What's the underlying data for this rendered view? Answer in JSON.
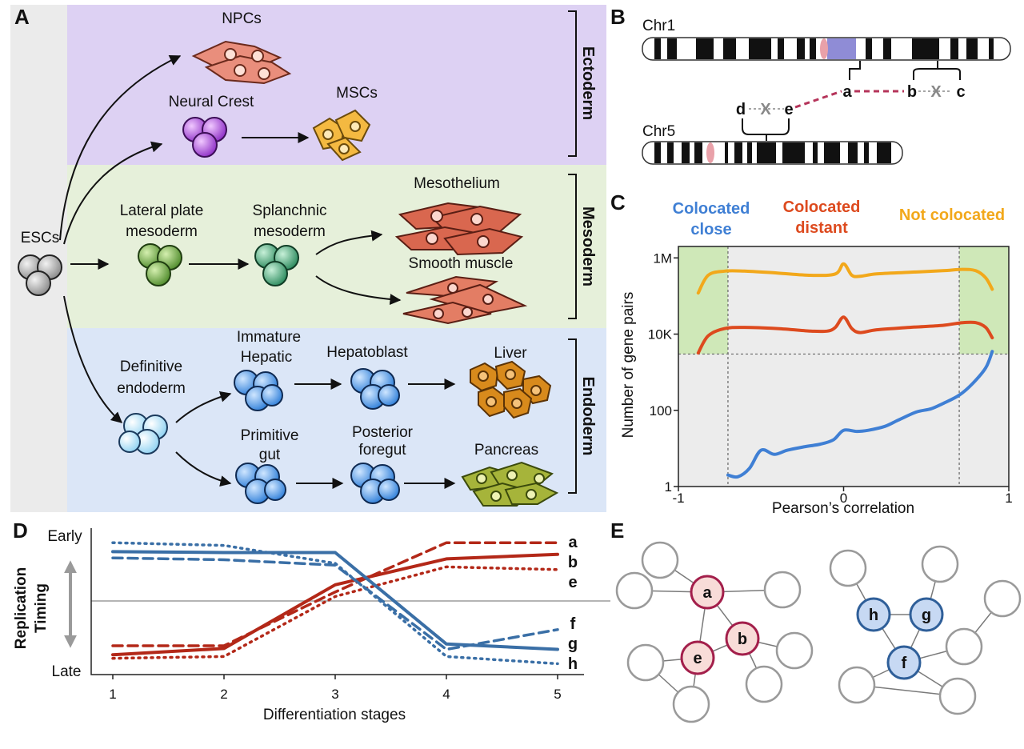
{
  "panels": {
    "A": "A",
    "B": "B",
    "C": "C",
    "D": "D",
    "E": "E"
  },
  "panel_a": {
    "source": "ESCs",
    "germ_layers": {
      "ectoderm": "Ectoderm",
      "mesoderm": "Mesoderm",
      "endoderm": "Endoderm"
    },
    "ectoderm": {
      "npcs": "NPCs",
      "neural_crest": "Neural Crest",
      "mscs": "MSCs"
    },
    "mesoderm": {
      "lateral_plate": [
        "Lateral plate",
        "mesoderm"
      ],
      "splanchnic": [
        "Splanchnic",
        "mesoderm"
      ],
      "mesothelium": "Mesothelium",
      "smooth_muscle": "Smooth muscle"
    },
    "endoderm": {
      "definitive": [
        "Definitive",
        "endoderm"
      ],
      "immature_hepatic": [
        "Immature",
        "Hepatic"
      ],
      "hepatoblast": "Hepatoblast",
      "liver": "Liver",
      "primitive_gut": [
        "Primitive",
        "gut"
      ],
      "posterior_foregut": [
        "Posterior",
        "foregut"
      ],
      "pancreas": "Pancreas"
    },
    "colors": {
      "ectoderm_bg": "#ddd1f3",
      "mesoderm_bg": "#e6f0da",
      "endoderm_bg": "#dbe6f7",
      "side_bg": "#ebebeb"
    }
  },
  "panel_b": {
    "chr1": "Chr1",
    "chr5": "Chr5",
    "loci": {
      "a": "a",
      "b": "b",
      "c": "c",
      "d": "d",
      "e": "e"
    },
    "cross": "X",
    "link_color": "#b5345a"
  },
  "chart_data": [
    {
      "id": "C",
      "type": "line",
      "xlabel": "Pearson’s correlation",
      "ylabel": "Number of gene pairs",
      "xlim": [
        -1,
        1
      ],
      "x_ticks": [
        "-1",
        "0",
        "1"
      ],
      "y_scale": "log",
      "y_ticks": [
        "1",
        "100",
        "10K",
        "1M"
      ],
      "threshold_y": 3000,
      "threshold_x": [
        -0.7,
        0.7
      ],
      "highlight_color": "#cfe8b8",
      "legend_labels": [
        [
          "Colocated",
          "close"
        ],
        [
          "Colocated",
          "distant"
        ],
        [
          "Not colocated"
        ]
      ],
      "series": [
        {
          "name": "Colocated close",
          "color": "#3f7fd4",
          "points": [
            [
              -0.7,
              2
            ],
            [
              -0.64,
              1.8
            ],
            [
              -0.57,
              3
            ],
            [
              -0.5,
              9
            ],
            [
              -0.42,
              7
            ],
            [
              -0.34,
              9
            ],
            [
              -0.24,
              11
            ],
            [
              -0.14,
              13
            ],
            [
              -0.06,
              17
            ],
            [
              0.0,
              30
            ],
            [
              0.08,
              28
            ],
            [
              0.15,
              30
            ],
            [
              0.25,
              38
            ],
            [
              0.33,
              55
            ],
            [
              0.44,
              90
            ],
            [
              0.53,
              110
            ],
            [
              0.6,
              150
            ],
            [
              0.7,
              250
            ],
            [
              0.78,
              500
            ],
            [
              0.86,
              1300
            ],
            [
              0.9,
              3500
            ]
          ]
        },
        {
          "name": "Colocated distant",
          "color": "#dd4a1e",
          "points": [
            [
              -0.88,
              3200
            ],
            [
              -0.82,
              9000
            ],
            [
              -0.72,
              14000
            ],
            [
              -0.6,
              15000
            ],
            [
              -0.4,
              14000
            ],
            [
              -0.2,
              12000
            ],
            [
              -0.1,
              12000
            ],
            [
              -0.05,
              15000
            ],
            [
              0.0,
              28000
            ],
            [
              0.05,
              14000
            ],
            [
              0.1,
              11000
            ],
            [
              0.2,
              13000
            ],
            [
              0.4,
              15000
            ],
            [
              0.6,
              17000
            ],
            [
              0.72,
              20000
            ],
            [
              0.8,
              20000
            ],
            [
              0.86,
              15000
            ],
            [
              0.9,
              8000
            ]
          ]
        },
        {
          "name": "Not colocated",
          "color": "#f2a81b",
          "points": [
            [
              -0.88,
              120000
            ],
            [
              -0.82,
              350000
            ],
            [
              -0.72,
              450000
            ],
            [
              -0.6,
              450000
            ],
            [
              -0.4,
              400000
            ],
            [
              -0.2,
              350000
            ],
            [
              -0.05,
              380000
            ],
            [
              0.0,
              700000
            ],
            [
              0.05,
              350000
            ],
            [
              0.1,
              330000
            ],
            [
              0.2,
              380000
            ],
            [
              0.4,
              420000
            ],
            [
              0.6,
              460000
            ],
            [
              0.72,
              500000
            ],
            [
              0.8,
              460000
            ],
            [
              0.86,
              300000
            ],
            [
              0.9,
              150000
            ]
          ]
        }
      ]
    },
    {
      "id": "D",
      "type": "line",
      "xlabel": "Differentiation stages",
      "ylabel": [
        "Replication",
        "Timing"
      ],
      "x_ticks": [
        "1",
        "2",
        "3",
        "4",
        "5"
      ],
      "ylim": [
        -1,
        1
      ],
      "y_labels": {
        "top": "Early",
        "bottom": "Late"
      },
      "series": [
        {
          "name": "a",
          "color": "#b32818",
          "style": "dash",
          "values": [
            -0.5,
            -0.5,
            0.1,
            0.65,
            0.65
          ]
        },
        {
          "name": "b",
          "color": "#b32818",
          "style": "solid",
          "values": [
            -0.6,
            -0.53,
            0.18,
            0.47,
            0.52
          ]
        },
        {
          "name": "e",
          "color": "#b32818",
          "style": "dot",
          "values": [
            -0.64,
            -0.62,
            0.05,
            0.38,
            0.35
          ]
        },
        {
          "name": "f",
          "color": "#3a6fa6",
          "style": "dash",
          "values": [
            0.48,
            0.46,
            0.4,
            -0.54,
            -0.32
          ]
        },
        {
          "name": "g",
          "color": "#3a6fa6",
          "style": "solid",
          "values": [
            0.55,
            0.54,
            0.54,
            -0.48,
            -0.54
          ]
        },
        {
          "name": "h",
          "color": "#3a6fa6",
          "style": "dot",
          "values": [
            0.65,
            0.62,
            0.42,
            -0.62,
            -0.7
          ]
        }
      ]
    }
  ],
  "panel_e": {
    "left_nodes": [
      "a",
      "b",
      "e"
    ],
    "right_nodes": [
      "h",
      "g",
      "f"
    ],
    "colors": {
      "red_fill": "#f8dcd8",
      "red_stroke": "#a31f4b",
      "blue_fill": "#c7d9f3",
      "blue_stroke": "#2f5f99",
      "grey": "#9a9a9a"
    }
  }
}
